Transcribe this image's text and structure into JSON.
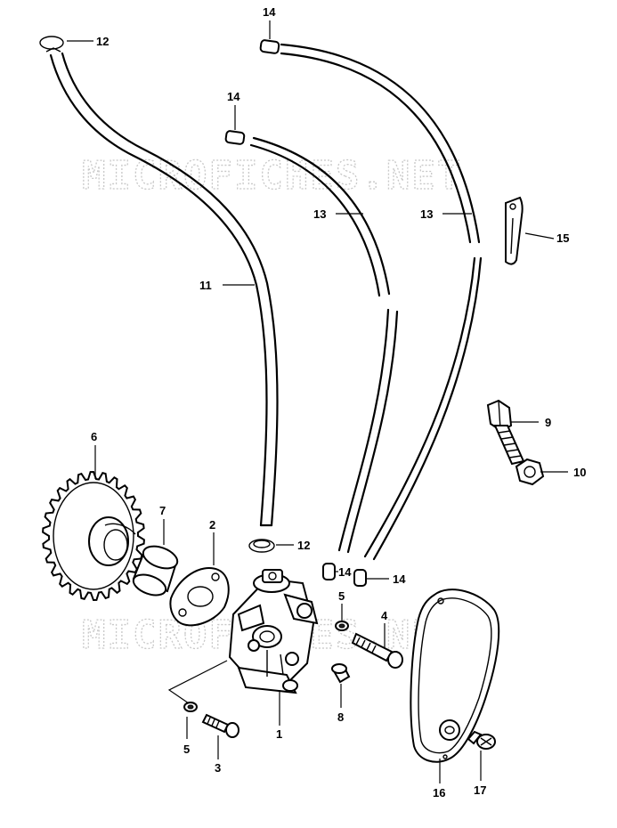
{
  "watermark": "MICROFICHES.NET",
  "callouts": {
    "c12_top": "12",
    "c14_top": "14",
    "c14_mid": "14",
    "c13_left": "13",
    "c13_right": "13",
    "c15": "15",
    "c11": "11",
    "c9": "9",
    "c10": "10",
    "c6": "6",
    "c7": "7",
    "c2": "2",
    "c12_bottom": "12",
    "c14_low_a": "14",
    "c14_low_b": "14",
    "c5_right": "5",
    "c4": "4",
    "c8": "8",
    "c5_left": "5",
    "c3": "3",
    "c1": "1",
    "c16": "16",
    "c17": "17"
  }
}
